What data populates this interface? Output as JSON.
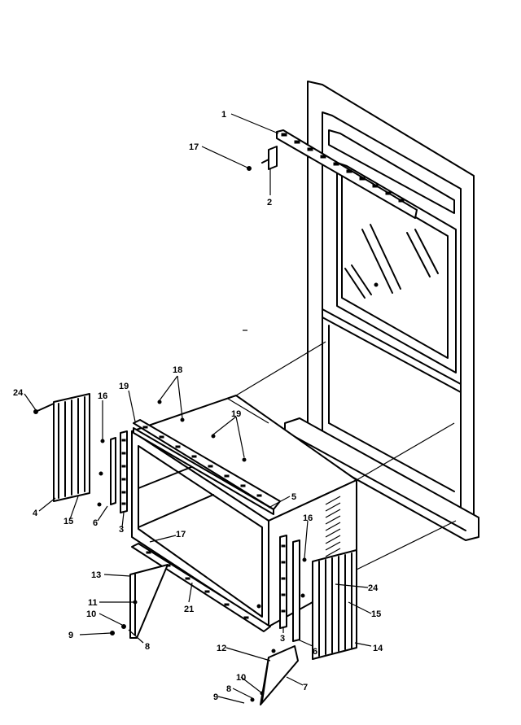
{
  "callouts": [
    {
      "id": "c1",
      "text": "1"
    },
    {
      "id": "c17a",
      "text": "17"
    },
    {
      "id": "c2",
      "text": "2"
    },
    {
      "id": "c24a",
      "text": "24"
    },
    {
      "id": "c18a",
      "text": "18"
    },
    {
      "id": "c19a",
      "text": "19"
    },
    {
      "id": "c16a",
      "text": "16"
    },
    {
      "id": "c19b",
      "text": "19"
    },
    {
      "id": "c4",
      "text": "4"
    },
    {
      "id": "c15a",
      "text": "15"
    },
    {
      "id": "c6a",
      "text": "6"
    },
    {
      "id": "c3",
      "text": "3"
    },
    {
      "id": "c5",
      "text": "5"
    },
    {
      "id": "c17b",
      "text": "17"
    },
    {
      "id": "c13",
      "text": "13"
    },
    {
      "id": "c11",
      "text": "11"
    },
    {
      "id": "c10a",
      "text": "10"
    },
    {
      "id": "c9a",
      "text": "9"
    },
    {
      "id": "c8a",
      "text": "8"
    },
    {
      "id": "c21",
      "text": "21"
    },
    {
      "id": "c16b",
      "text": "16"
    },
    {
      "id": "c24b",
      "text": "24"
    },
    {
      "id": "c15b",
      "text": "15"
    },
    {
      "id": "c3b",
      "text": "3"
    },
    {
      "id": "c6b",
      "text": "6"
    },
    {
      "id": "c14",
      "text": "14"
    },
    {
      "id": "c12",
      "text": "12"
    },
    {
      "id": "c7",
      "text": "7"
    },
    {
      "id": "c10b",
      "text": "10"
    },
    {
      "id": "c8b",
      "text": "8"
    },
    {
      "id": "c9b",
      "text": "9"
    }
  ]
}
